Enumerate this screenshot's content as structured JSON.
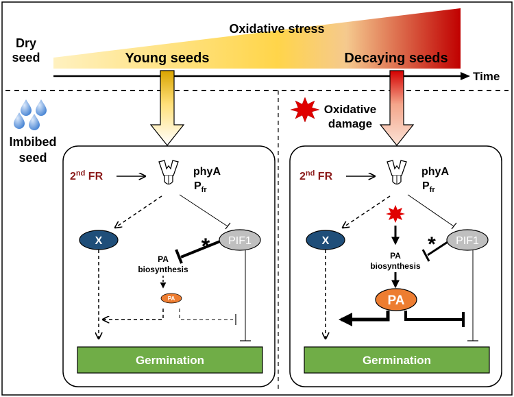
{
  "header": {
    "dry_seed_line1": "Dry",
    "dry_seed_line2": "seed",
    "oxidative_stress": "Oxidative stress",
    "young_seeds": "Young seeds",
    "decaying_seeds": "Decaying seeds",
    "time": "Time"
  },
  "left_side": {
    "imbibed_line1": "Imbibed",
    "imbibed_line2": "seed"
  },
  "oxidative_damage": {
    "line1": "Oxidative",
    "line2": "damage"
  },
  "panels": {
    "light_main": "2",
    "light_sup": "nd",
    "light_end": " FR",
    "phya": "phyA",
    "pfr_main": "P",
    "pfr_sub": "fr",
    "x_node": "X",
    "pif1_node": "PIF1",
    "asterisk": "*",
    "pa_bio_line1": "PA",
    "pa_bio_line2": "biosynthesis",
    "pa_node": "PA",
    "germination": "Germination"
  },
  "colors": {
    "gradient_start": "#fff3c4",
    "gradient_mid": "#ffd54a",
    "gradient_end": "#c00000",
    "dark_red_text": "#8b1a1a",
    "x_node_fill": "#1f4e79",
    "pif1_fill": "#bfbfbf",
    "pa_fill": "#ed7d31",
    "germination_fill": "#70ad47"
  }
}
